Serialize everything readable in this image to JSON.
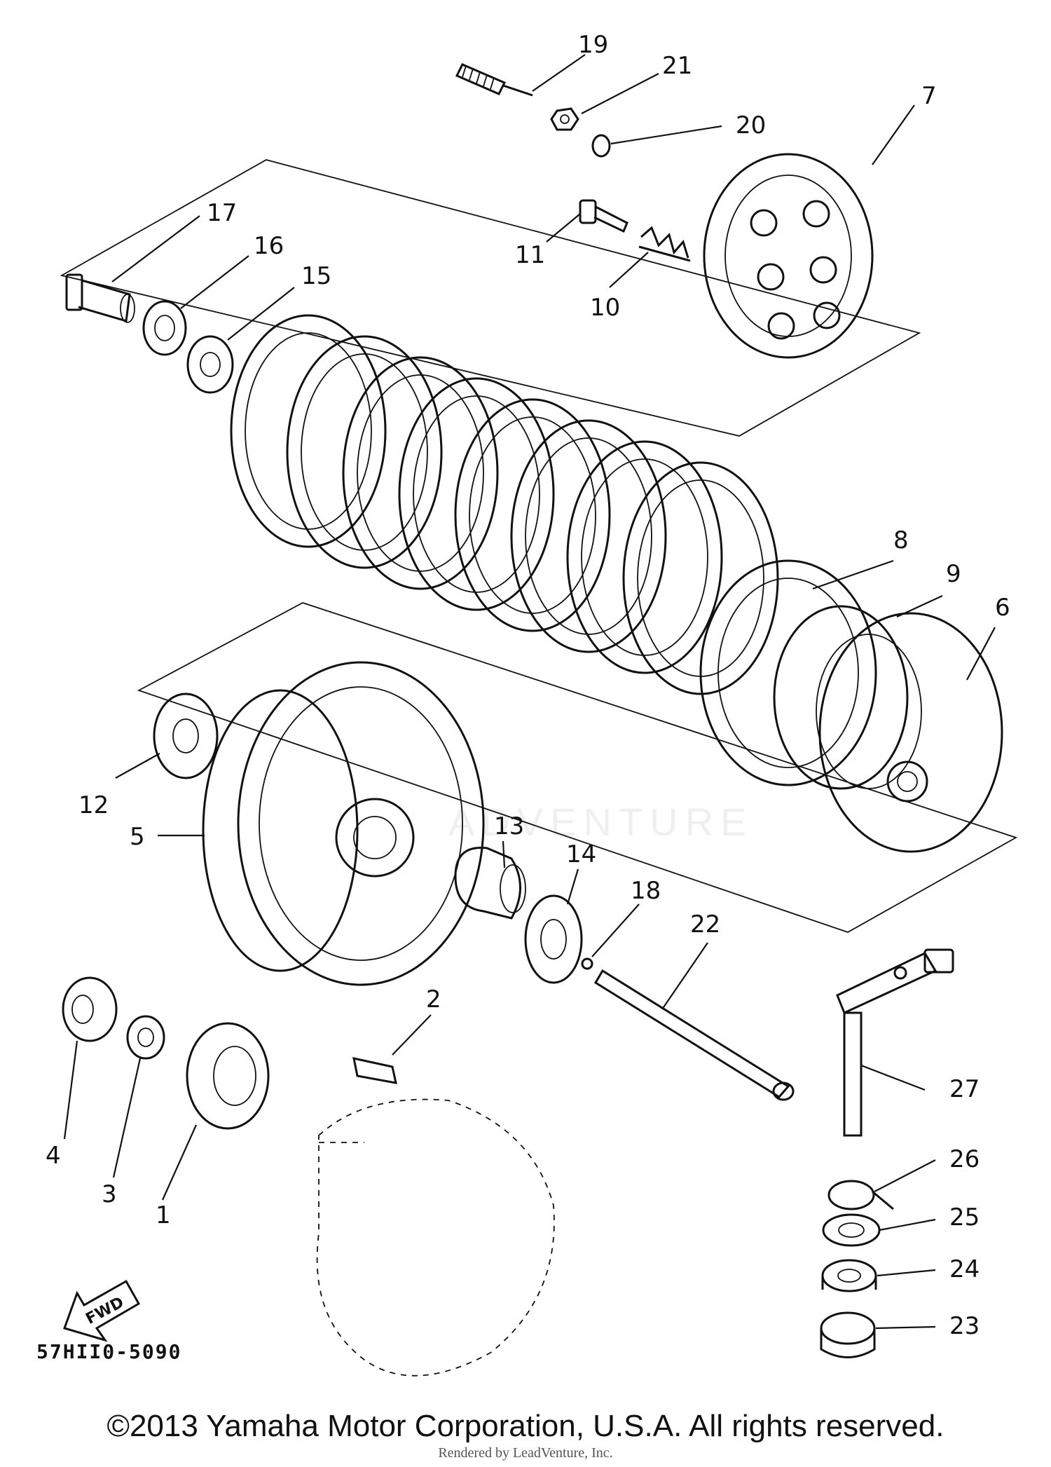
{
  "diagram": {
    "code": "57HII0-5090",
    "copyright": "©2013 Yamaha Motor Corporation, U.S.A. All rights reserved.",
    "render_credit": "Rendered by LeadVenture, Inc.",
    "watermark": "ADVENTURE",
    "fwd_label": "FWD",
    "callouts": {
      "c1": "1",
      "c2": "2",
      "c3": "3",
      "c4": "4",
      "c5": "5",
      "c6": "6",
      "c7": "7",
      "c8": "8",
      "c9": "9",
      "c10": "10",
      "c11": "11",
      "c12": "12",
      "c13": "13",
      "c14": "14",
      "c15": "15",
      "c16": "16",
      "c17": "17",
      "c18": "18",
      "c19": "19",
      "c20": "20",
      "c21": "21",
      "c22": "22",
      "c23": "23",
      "c24": "24",
      "c25": "25",
      "c26": "26",
      "c27": "27"
    }
  }
}
